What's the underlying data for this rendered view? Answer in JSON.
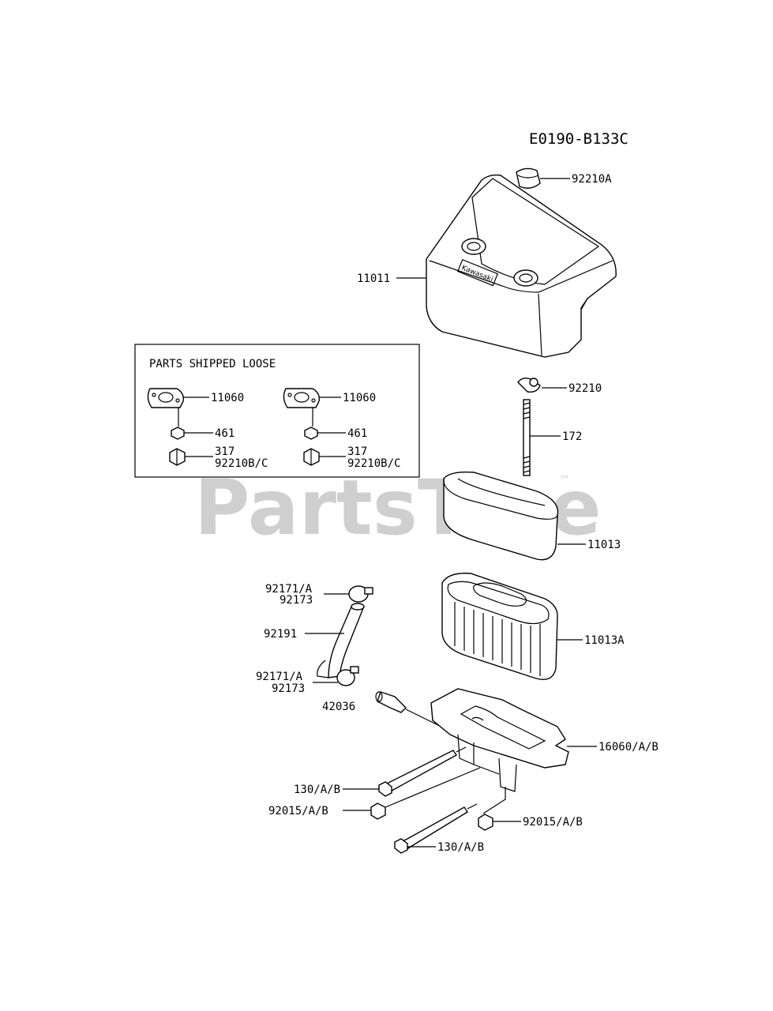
{
  "diagram_code": "E0190-B133C",
  "watermark": {
    "text": "PartsTree",
    "trademark": "™"
  },
  "loose_box": {
    "title": "PARTS SHIPPED LOOSE",
    "left": {
      "gasket": "11060",
      "nut": "461",
      "ref": "317",
      "ref2": "92210B/C"
    },
    "right": {
      "gasket": "11060",
      "nut": "461",
      "ref": "317",
      "ref2": "92210B/C"
    }
  },
  "parts": {
    "p92210A": "92210A",
    "p11011": "11011",
    "p92210": "92210",
    "p172": "172",
    "p11013": "11013",
    "p11013A": "11013A",
    "p92171A_top": "92171/A",
    "p92173_top": "92173",
    "p92191": "92191",
    "p92171A_bot": "92171/A",
    "p92173_bot": "92173",
    "p42036": "42036",
    "p16060": "16060/A/B",
    "p130_left": "130/A/B",
    "p92015_left": "92015/A/B",
    "p92015_right": "92015/A/B",
    "p130_bottom": "130/A/B"
  },
  "cover_logo": "Kawasaki"
}
